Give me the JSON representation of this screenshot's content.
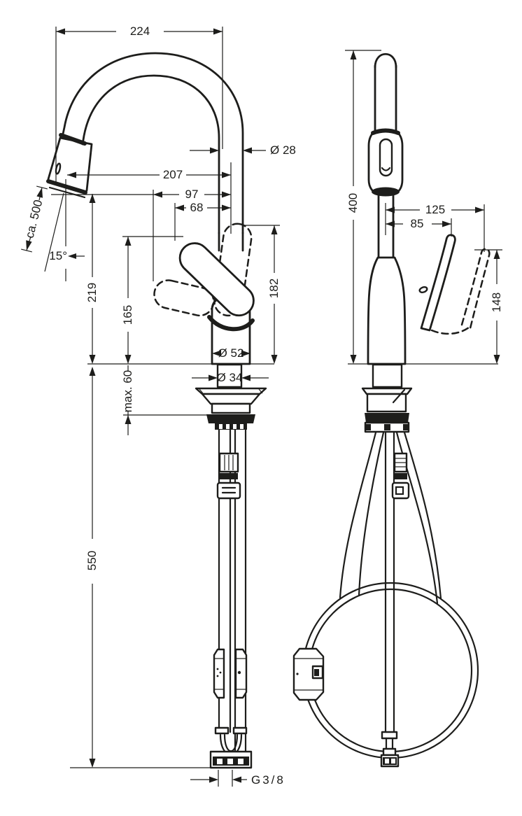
{
  "page": {
    "background": "#ffffff",
    "line_color": "#1d1d1b"
  },
  "dims": {
    "spout_reach_overall": "224",
    "spout_pipe_diameter": "Ø 28",
    "aerator_reach": "207",
    "handle_reach_back": "97",
    "handle_reach_front": "68",
    "pullout_hose_length": "ca. 500",
    "spray_angle": "15°",
    "aerator_height": "219",
    "handle_height": "165",
    "handle_top_height": "182",
    "base_diameter": "Ø 52",
    "shank_diameter": "Ø 34",
    "max_counter_thickness": "max. 60",
    "hose_length_below": "550",
    "thread_size": "G3/8",
    "total_height": "400",
    "handle_swing_width": "125",
    "handle_length": "85",
    "handle_height_front": "148"
  }
}
